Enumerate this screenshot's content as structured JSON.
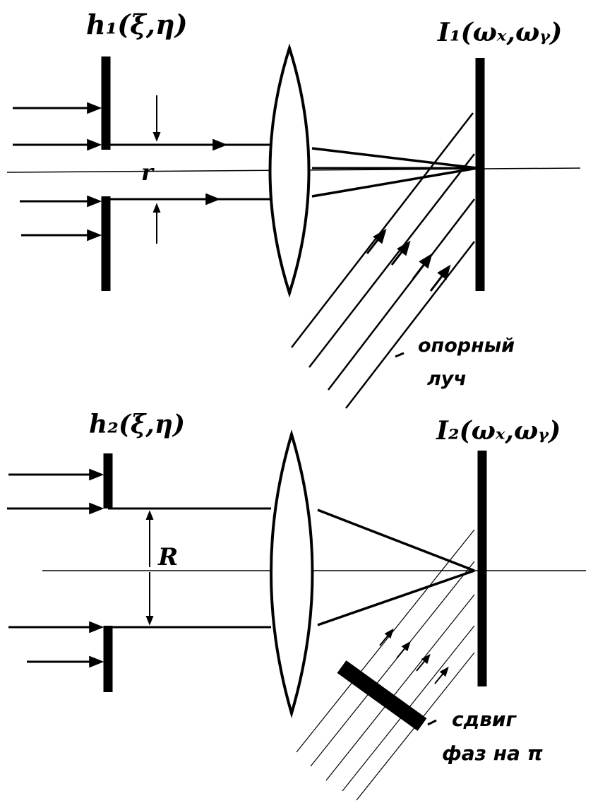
{
  "diagram": {
    "top": {
      "input_label": "h₁(ξ,η)",
      "output_label": "I₁(ωₓ,ωᵧ)",
      "gap_label": "r",
      "reference_label_line1": "опорный",
      "reference_label_line2": "луч"
    },
    "bottom": {
      "input_label": "h₂(ξ,η)",
      "output_label": "I₂(ωₓ,ωᵧ)",
      "gap_label": "R",
      "phase_label_line1": "сдвиг",
      "phase_label_line2": "фаз на π"
    }
  }
}
